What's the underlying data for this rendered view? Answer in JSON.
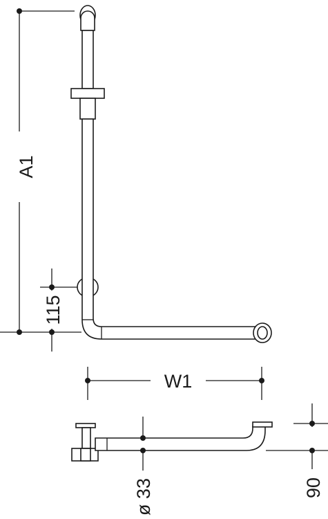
{
  "labels": {
    "height": "A1",
    "offset": "115",
    "width": "W1",
    "diameter": "ø 33",
    "wall_distance": "90"
  }
}
